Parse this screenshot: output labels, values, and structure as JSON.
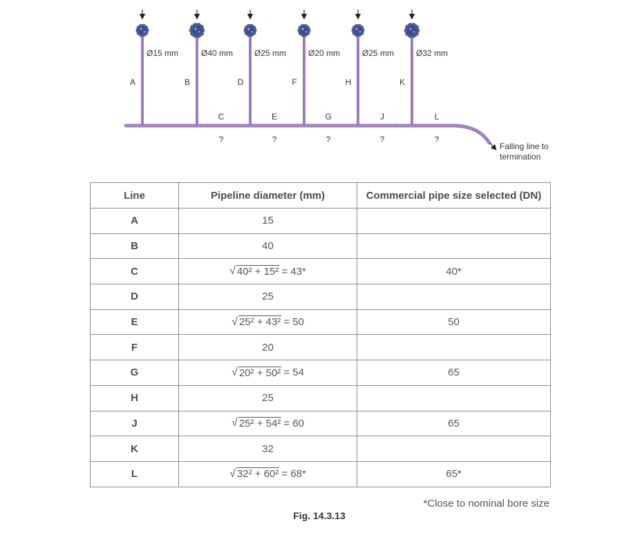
{
  "diagram": {
    "risers": [
      {
        "segment": "A",
        "diameter": "Ø15 mm"
      },
      {
        "segment": "B",
        "diameter": "Ø40 mm"
      },
      {
        "segment": "D",
        "diameter": "Ø25 mm"
      },
      {
        "segment": "F",
        "diameter": "Ø20 mm"
      },
      {
        "segment": "H",
        "diameter": "Ø25 mm"
      },
      {
        "segment": "K",
        "diameter": "Ø32 mm"
      }
    ],
    "main_segments": [
      {
        "label": "C",
        "unknown": "?"
      },
      {
        "label": "E",
        "unknown": "?"
      },
      {
        "label": "G",
        "unknown": "?"
      },
      {
        "label": "J",
        "unknown": "?"
      },
      {
        "label": "L",
        "unknown": "?"
      }
    ],
    "falling_line_label": [
      "Falling line to",
      "termination"
    ],
    "pipe_color": "#9b7bb8",
    "outlet_color": "#4a5d99"
  },
  "table": {
    "headers": [
      "Line",
      "Pipeline diameter (mm)",
      "Commercial pipe size selected (DN)"
    ],
    "rows": [
      {
        "line": "A",
        "diameter": "15",
        "selected": ""
      },
      {
        "line": "B",
        "diameter": "40",
        "selected": ""
      },
      {
        "line": "C",
        "diameter_root": "40² + 15²",
        "diameter_result": "= 43*",
        "selected": "40*"
      },
      {
        "line": "D",
        "diameter": "25",
        "selected": ""
      },
      {
        "line": "E",
        "diameter_root": "25² + 43²",
        "diameter_result": "= 50",
        "selected": "50"
      },
      {
        "line": "F",
        "diameter": "20",
        "selected": ""
      },
      {
        "line": "G",
        "diameter_root": "20² + 50²",
        "diameter_result": "= 54",
        "selected": "65"
      },
      {
        "line": "H",
        "diameter": "25",
        "selected": ""
      },
      {
        "line": "J",
        "diameter_root": "25² + 54²",
        "diameter_result": "= 60",
        "selected": "65"
      },
      {
        "line": "K",
        "diameter": "32",
        "selected": ""
      },
      {
        "line": "L",
        "diameter_root": "32² + 60²",
        "diameter_result": "= 68*",
        "selected": "65*"
      }
    ]
  },
  "footnote": "*Close to nominal bore size",
  "caption": "Fig. 14.3.13"
}
